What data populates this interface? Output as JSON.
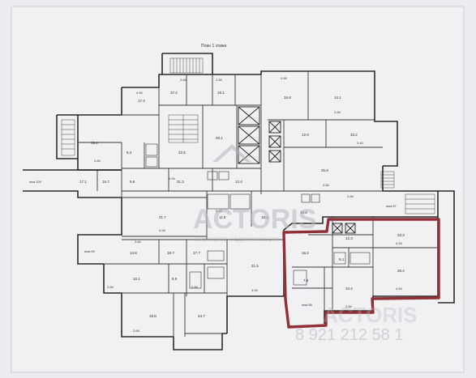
{
  "plan": {
    "title": "План 1 этажа",
    "watermark_brand": "ACTORIS",
    "watermark_tagline": "агентство недвижимости",
    "watermark_phone": "8 921 212 58 1",
    "highlight_color": "#8f3037",
    "wall_color": "#2a2a2a",
    "corridor_labels": [
      "пом.100",
      "пом.97",
      "пом.99",
      "пом.98"
    ],
    "room_labels": [
      "19.4",
      "17.4",
      "37.2",
      "18.1",
      "16.8",
      "14.1",
      "8.4",
      "22.5",
      "29.1",
      "12.9",
      "33.2",
      "25.8",
      "17.1",
      "15.7",
      "9.8",
      "31.3",
      "12.4",
      "21.7",
      "11.9",
      "16.4",
      "38.6",
      "14.8",
      "18.7",
      "17.7",
      "21.5",
      "10.1",
      "6.6",
      "19.8",
      "24.7",
      "33.3",
      "28.4",
      "16.2",
      "12.3",
      "9.1",
      "7.8",
      "10.4"
    ],
    "dim_labels": [
      "2.84",
      "2.84",
      "4.94",
      "2.84",
      "2.84",
      "3.40",
      "2.84",
      "4.34",
      "2.84",
      "4.94",
      "2.84",
      "5.84",
      "2.84",
      "2.84",
      "4.94",
      "2.84",
      "2.84",
      "4.34",
      "4.94",
      "2.84"
    ]
  }
}
